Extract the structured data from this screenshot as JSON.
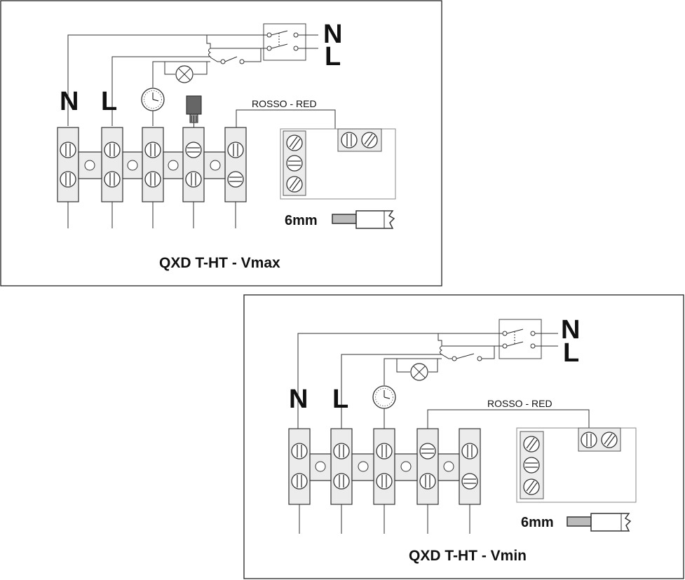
{
  "panels": [
    {
      "id": "vmax",
      "title": "QXD T-HT - Vmax",
      "wire_label": "ROSSO - RED",
      "terminal_labels": [
        "N",
        "L"
      ],
      "supply_labels": [
        "N",
        "L"
      ],
      "strip_length": "6mm",
      "has_sensor": true,
      "red_wire_terminal": 5
    },
    {
      "id": "vmin",
      "title": "QXD T-HT - Vmin",
      "wire_label": "ROSSO - RED",
      "terminal_labels": [
        "N",
        "L"
      ],
      "supply_labels": [
        "N",
        "L"
      ],
      "strip_length": "6mm",
      "has_sensor": false,
      "red_wire_terminal": 4
    }
  ],
  "colors": {
    "line": "#333333",
    "frame": "#222222",
    "terminal_fill": "#ececec",
    "sensor_fill": "#666666"
  }
}
